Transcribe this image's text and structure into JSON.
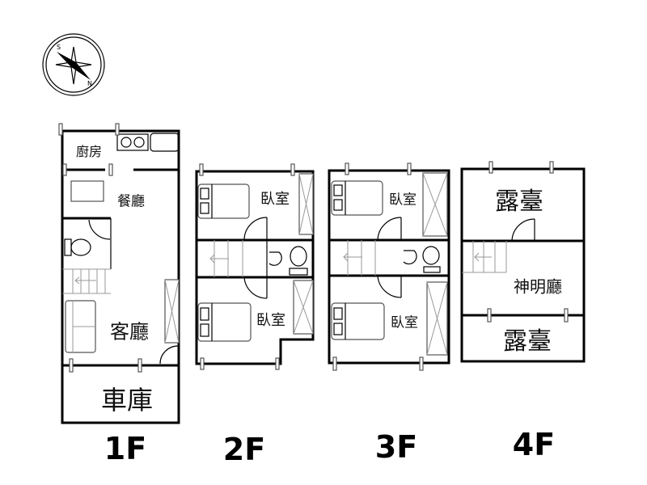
{
  "compass": {
    "north": "N",
    "south": "S"
  },
  "floors": [
    {
      "label": "1F",
      "rooms": {
        "kitchen": "廚房",
        "dining": "餐廳",
        "living": "客廳",
        "garage": "車庫"
      }
    },
    {
      "label": "2F",
      "rooms": {
        "bedroom_top": "臥室",
        "bedroom_bottom": "臥室"
      }
    },
    {
      "label": "3F",
      "rooms": {
        "bedroom_top": "臥室",
        "bedroom_bottom": "臥室"
      }
    },
    {
      "label": "4F",
      "rooms": {
        "terrace_top": "露臺",
        "shrine": "神明廳",
        "terrace_bottom": "露臺"
      }
    }
  ]
}
